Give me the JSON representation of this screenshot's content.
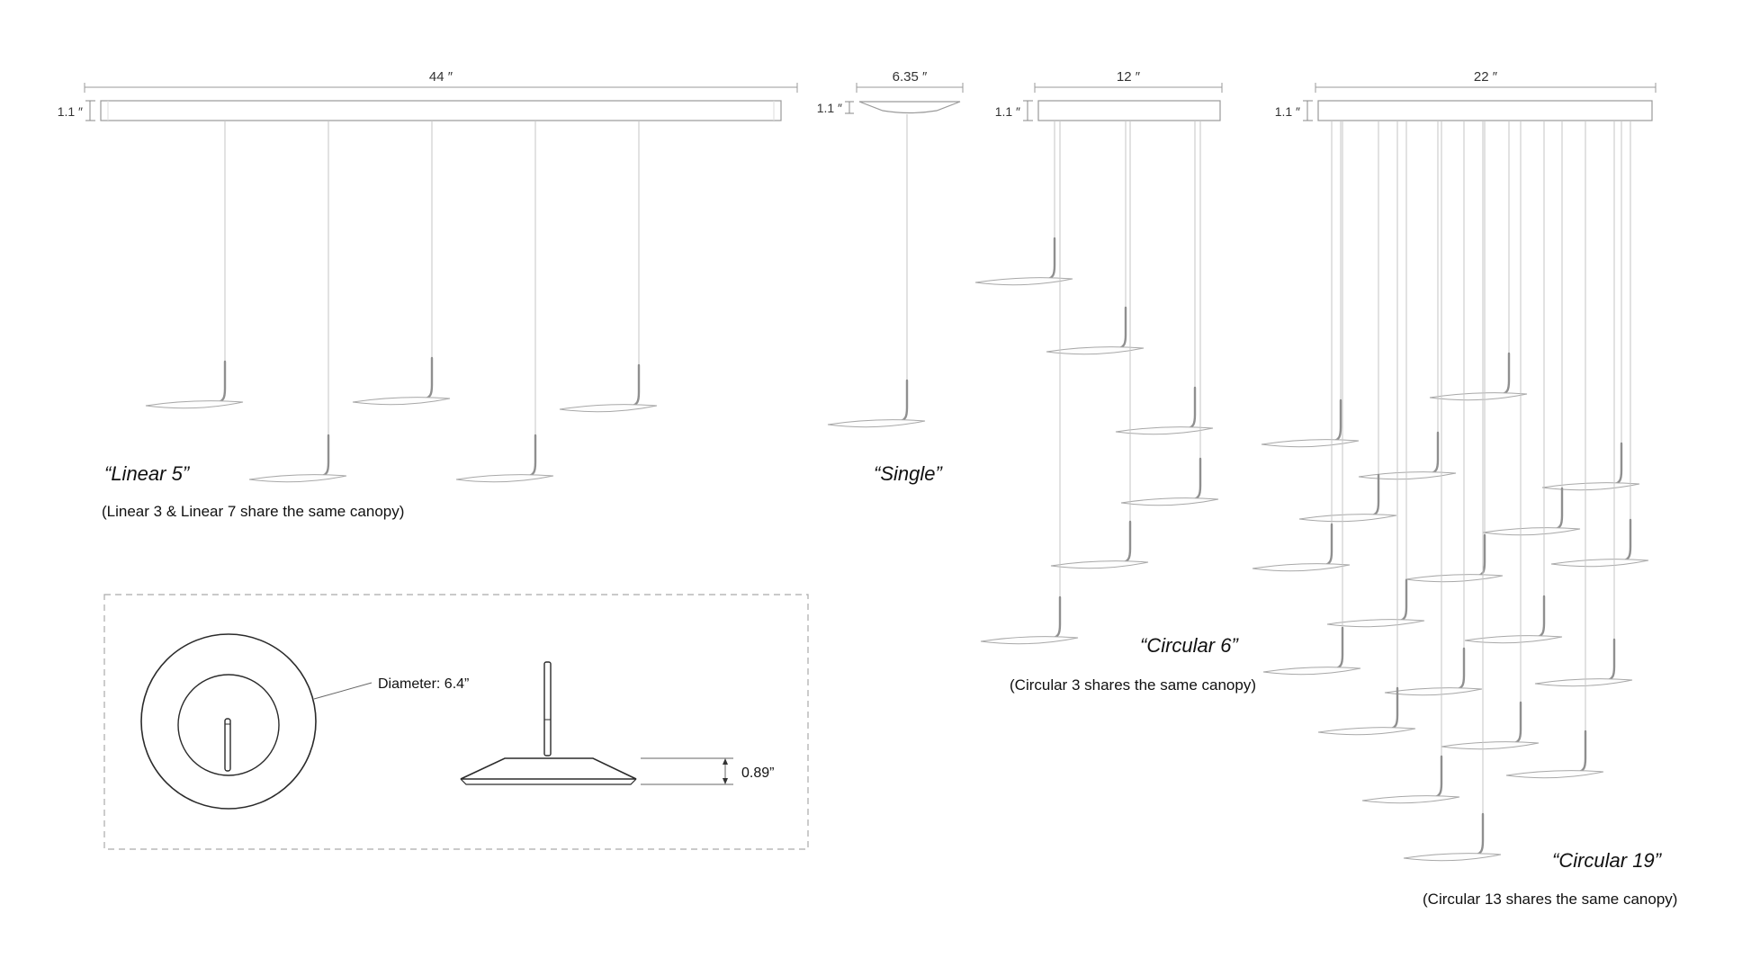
{
  "diagram": {
    "linear5": {
      "width_label": "44 ″",
      "canopy_height_label": "1.1 ″",
      "title": "“Linear 5”",
      "caption": "(Linear 3 & Linear 7 share the same canopy)"
    },
    "single": {
      "width_label": "6.35 ″",
      "canopy_height_label": "1.1 ″",
      "title": "“Single”"
    },
    "circular6": {
      "width_label": "12 ″",
      "canopy_height_label": "1.1 ″",
      "title": "“Circular 6”",
      "caption": "(Circular 3 shares the same canopy)"
    },
    "circular19": {
      "width_label": "22 ″",
      "canopy_height_label": "1.1 ″",
      "title": "“Circular 19”",
      "caption": "(Circular 13 shares the same canopy)"
    },
    "detail": {
      "diameter_label": "Diameter: 6.4”",
      "height_label": "0.89”"
    }
  }
}
